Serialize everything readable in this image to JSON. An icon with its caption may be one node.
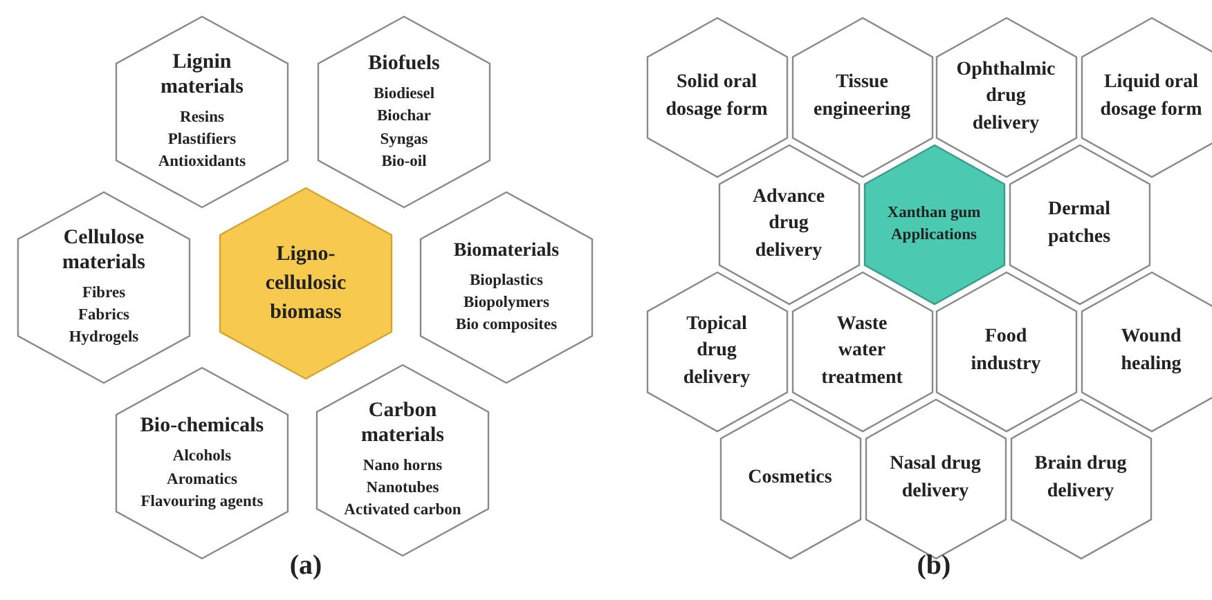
{
  "diagram": {
    "nodes": [
      {
        "text": [
          "Lignin materials",
          "Resins",
          "Plastifiers",
          "Antioxidants"
        ]
      },
      {
        "text": [
          "Biofuels",
          "Biodiesel",
          "Biochar",
          "Syngas",
          "Bio-oil"
        ]
      },
      {
        "text": [
          "Cellulose materials",
          "Fibres",
          "Fabrics",
          "Hydrogels"
        ]
      },
      {
        "text": [
          "Ligno-cellulosic biomass"
        ]
      },
      {
        "text": [
          "Biomaterials",
          "Bioplastics",
          "Biopolymers",
          "Bio composites"
        ]
      },
      {
        "text": [
          "Bio-chemicals",
          "Alcohols",
          "Aromatics",
          "Flavouring agents"
        ]
      },
      {
        "text": [
          "Carbon materials",
          "Nano horns",
          "Nanotubes",
          "Activated carbon"
        ]
      },
      {
        "text": [
          "Solid oral dosage form"
        ]
      },
      {
        "text": [
          "Tissue engineering"
        ]
      },
      {
        "text": [
          "Ophthalmic drug delivery"
        ]
      },
      {
        "text": [
          "Liquid oral dosage form"
        ]
      },
      {
        "text": [
          "Advance drug delivery"
        ]
      },
      {
        "text": [
          "Xanthan gum Applications"
        ]
      },
      {
        "text": [
          "Dermal patches"
        ]
      },
      {
        "text": [
          "Topical drug delivery"
        ]
      },
      {
        "text": [
          "Waste water treatment"
        ]
      },
      {
        "text": [
          "Food industry"
        ]
      },
      {
        "text": [
          "Wound healing"
        ]
      },
      {
        "text": [
          "Cosmetics"
        ]
      },
      {
        "text": [
          "Nasal drug delivery"
        ]
      },
      {
        "text": [
          "Brain drug delivery"
        ]
      }
    ],
    "labels": [
      "(a)",
      "(b)"
    ]
  }
}
